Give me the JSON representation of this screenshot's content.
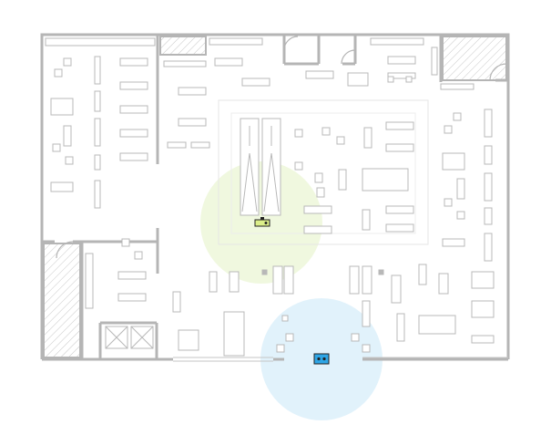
{
  "app": {
    "view": "store-floor-plan"
  },
  "colors": {
    "background": "#ffffff",
    "wall": "#b5b5b5",
    "fixture_stroke": "#b8b8b8",
    "fixture_fill": "#ffffff",
    "hatch": "#c8c8c8",
    "zone_green": "#eef7dc",
    "zone_blue": "#dff1fb",
    "device_green_fill": "#dcef8a",
    "device_blue_fill": "#2ea6e6",
    "device_stroke": "#222222"
  },
  "devices": [
    {
      "id": "device-green",
      "icon": "camera-sensor-icon"
    },
    {
      "id": "device-blue",
      "icon": "camera-sensor-icon"
    }
  ]
}
